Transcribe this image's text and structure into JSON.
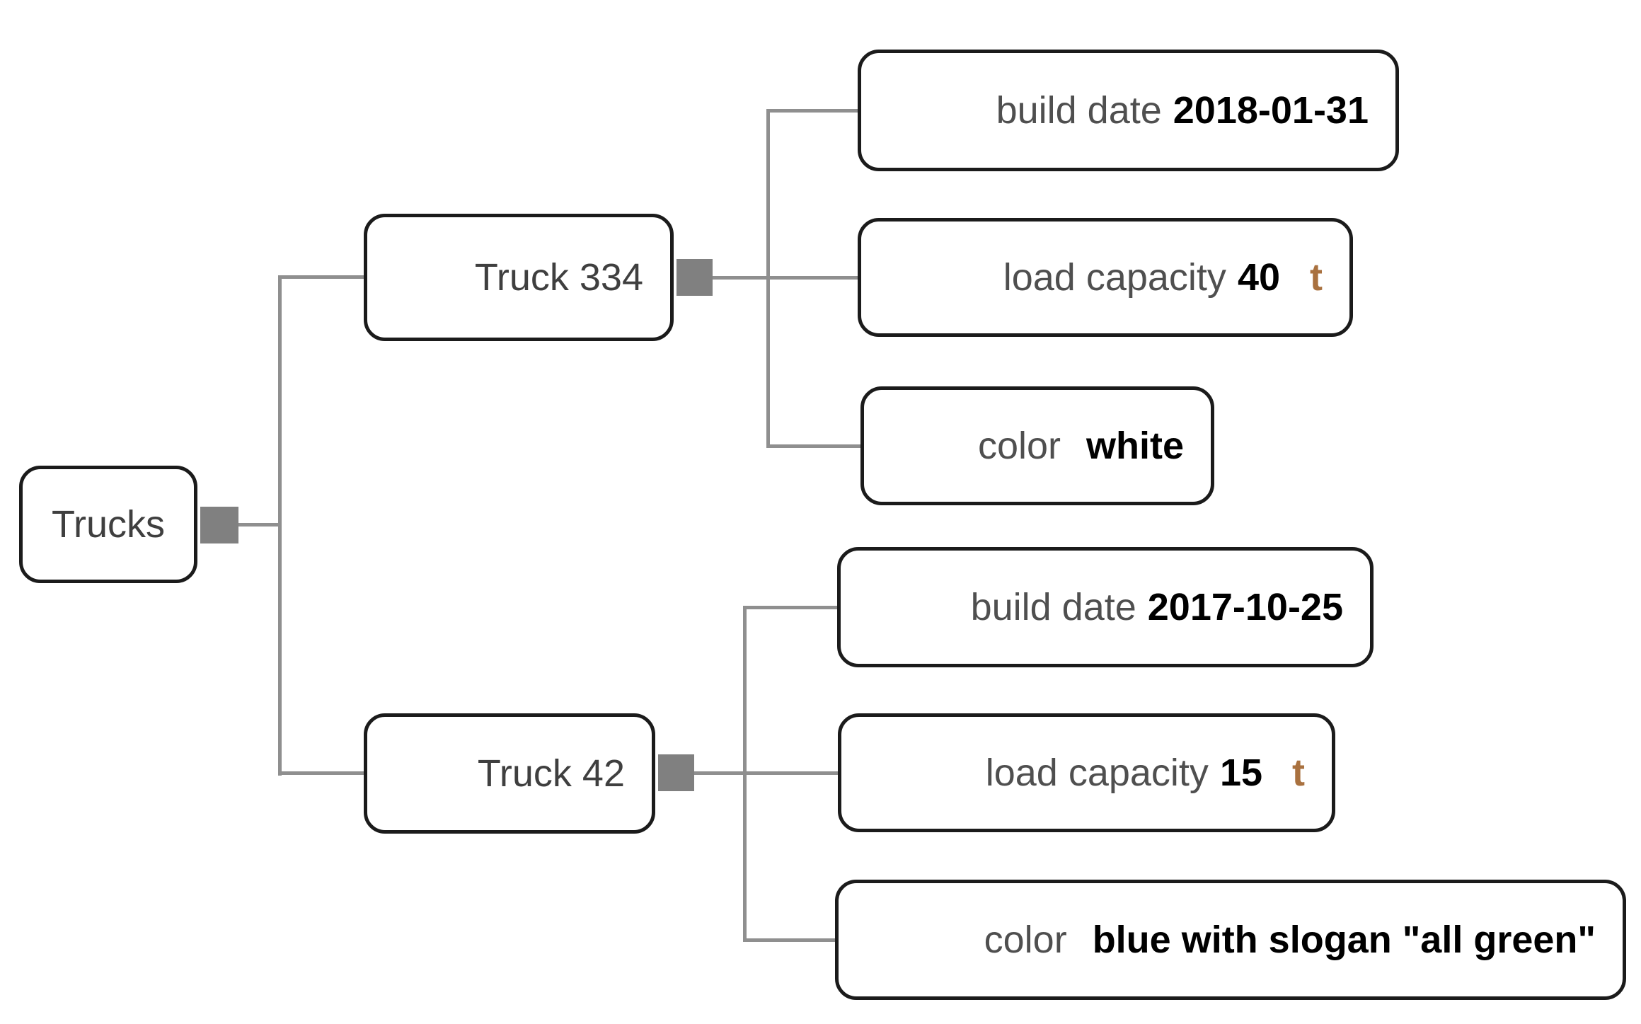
{
  "diagram": {
    "root": {
      "label": "Trucks"
    },
    "children": [
      {
        "label": "Truck 334",
        "attributes": [
          {
            "label": "build date",
            "value": "2018-01-31"
          },
          {
            "label": "load capacity",
            "value": "40",
            "unit": "t"
          },
          {
            "label": "color",
            "value": "white"
          }
        ]
      },
      {
        "label": "Truck 42",
        "attributes": [
          {
            "label": "build date",
            "value": "2017-10-25"
          },
          {
            "label": "load capacity",
            "value": "15",
            "unit": "t"
          },
          {
            "label": "color",
            "value": "blue with slogan \"all green\""
          }
        ]
      }
    ],
    "colors": {
      "node_border": "#1b1b1b",
      "connector_line": "#8f8f8f",
      "connector_square": "#808080",
      "node_title_text": "#3f3f3f",
      "attribute_label_text": "#4f4f4f",
      "attribute_value_text": "#000000",
      "unit_text": "#a9713f"
    }
  }
}
